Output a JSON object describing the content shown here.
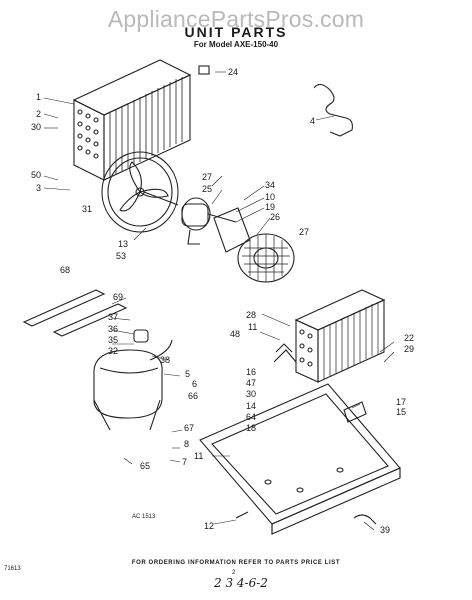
{
  "watermark": "AppliancePartsPros.com",
  "title": "UNIT PARTS",
  "model": "For Model AXE-150-40",
  "footer": "FOR ORDERING INFORMATION REFER TO PARTS PRICE LIST",
  "diagram_code": "AC 1513",
  "page_code": "71613",
  "page_mark": "2",
  "handwritten_note": "2 3 4-6-2",
  "callouts": [
    "1",
    "2",
    "30",
    "50",
    "3",
    "31",
    "24",
    "4",
    "27",
    "25",
    "13",
    "53",
    "34",
    "10",
    "19",
    "26",
    "27",
    "68",
    "69",
    "37",
    "36",
    "35",
    "32",
    "38",
    "5",
    "6",
    "66",
    "67",
    "8",
    "7",
    "65",
    "28",
    "11",
    "48",
    "16",
    "47",
    "30",
    "14",
    "64",
    "18",
    "22",
    "29",
    "17",
    "15",
    "11",
    "12",
    "39"
  ]
}
